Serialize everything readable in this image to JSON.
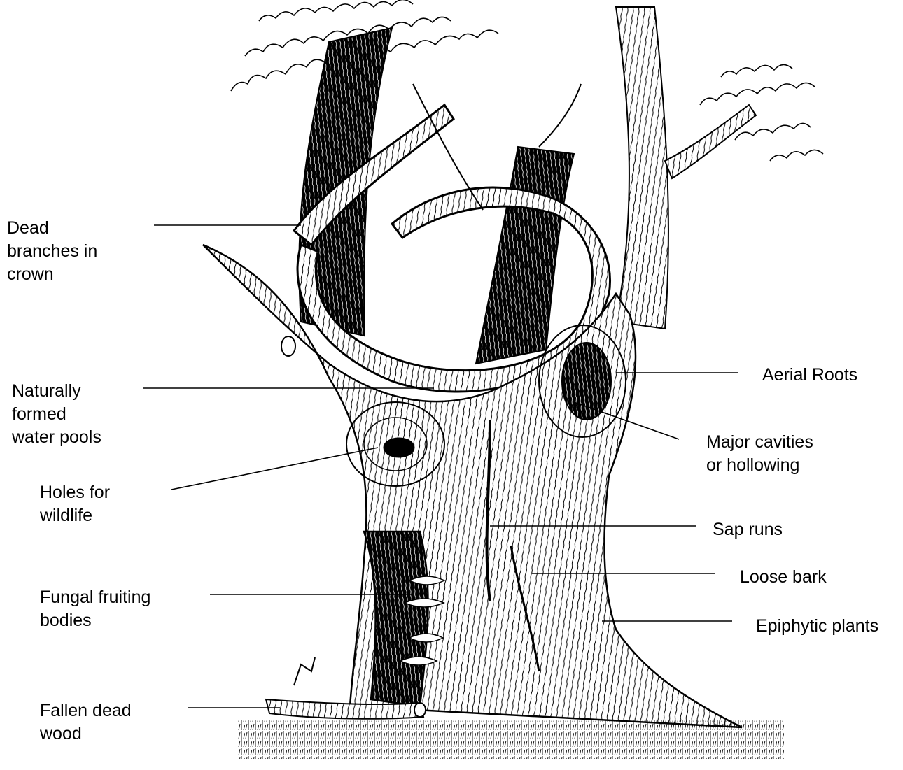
{
  "diagram": {
    "subject": "veteran-tree",
    "colors": {
      "ink": "#000000",
      "paper": "#ffffff"
    },
    "labels": {
      "dead_branches": "Dead\nbranches in\ncrown",
      "water_pools": "Naturally\nformed\nwater pools",
      "holes_wildlife": "Holes for\nwildlife",
      "fungal_bodies": "Fungal fruiting\nbodies",
      "fallen_wood": "Fallen dead\nwood",
      "aerial_roots": "Aerial Roots",
      "major_cavities": "Major cavities\nor hollowing",
      "sap_runs": "Sap runs",
      "loose_bark": "Loose bark",
      "epiphytic_plants": "Epiphytic plants"
    }
  }
}
